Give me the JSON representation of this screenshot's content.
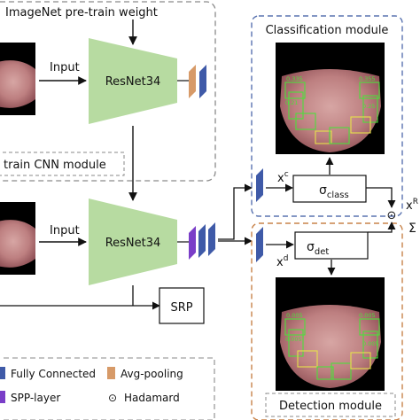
{
  "top_module": {
    "pretrain_label": "ImageNet pre-train weight",
    "input_label": "Input",
    "backbone_label": "ResNet34",
    "module_label": "train CNN module"
  },
  "bottom_module": {
    "input_label": "Input",
    "backbone_label": "ResNet34",
    "srp_label": "SRP"
  },
  "classification": {
    "title": "Classification module",
    "feature_var": "x",
    "feature_sup": "c",
    "fn_base": "σ",
    "fn_sub": "class",
    "box_labels": [
      "0.335",
      "0.355",
      "0.21",
      "0.25"
    ]
  },
  "detection": {
    "title": "Detection module",
    "feature_var": "x",
    "feature_sup": "d",
    "fn_base": "σ",
    "fn_sub": "det",
    "box_labels": [
      "0.005",
      "0.005",
      "0.005",
      "0.005"
    ]
  },
  "fusion": {
    "hadamard_symbol": "⊙",
    "output_var": "x",
    "output_sup": "R",
    "sum_symbol": "Σ"
  },
  "legend": {
    "items": [
      {
        "label": "Fully Connected",
        "swatch": "fc"
      },
      {
        "label": "Avg-pooling",
        "swatch": "avg"
      },
      {
        "label": "SPP-layer",
        "swatch": "spp"
      },
      {
        "label": "Hadamard",
        "swatch": "hadamard"
      }
    ]
  },
  "colors": {
    "backbone": "#b7dba1",
    "fc": "#3f5aa8",
    "avg": "#d79a68",
    "spp": "#7a3ec8",
    "class_border": "#5a73b0",
    "det_border": "#c8834a",
    "box_green": "#4ede3c",
    "box_yellow": "#e6e24a",
    "dash_gray": "#8a8a8a"
  }
}
